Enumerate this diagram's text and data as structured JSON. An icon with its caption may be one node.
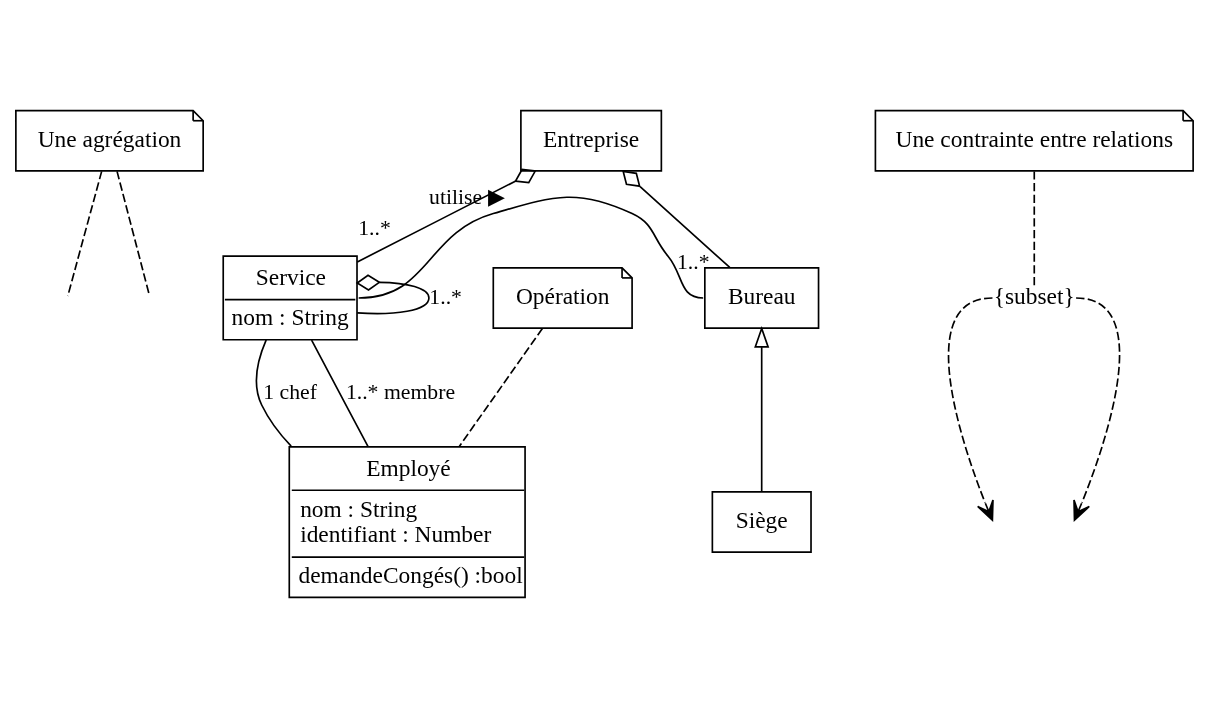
{
  "diagram": {
    "nodes": [
      {
        "text": [
          "Une agrégation"
        ]
      },
      {
        "text": [
          "Entreprise"
        ]
      },
      {
        "text": [
          "Service",
          "nom : String"
        ]
      },
      {
        "text": [
          "Bureau"
        ]
      },
      {
        "text": [
          "Une contrainte entre relations"
        ]
      },
      {
        "text": [
          "{subset}"
        ]
      },
      {
        "text": [
          "Siège"
        ]
      },
      {
        "text": [
          "Opération"
        ]
      },
      {
        "text": [
          "Employé",
          "nom : String",
          "identifiant : Number",
          "demandeCongés() :bool"
        ]
      }
    ],
    "edges": [
      {
        "from": 1,
        "to": 2,
        "arrow": "other",
        "label": "1..*"
      },
      {
        "from": 1,
        "to": 3,
        "arrow": "other",
        "label": "1..*"
      },
      {
        "from": 2,
        "to": 2,
        "arrow": "other",
        "label": "1..*"
      },
      {
        "from": 2,
        "to": 3,
        "arrow": "none",
        "label": "utilise ▶"
      },
      {
        "from": 6,
        "to": 3,
        "arrow": "to"
      },
      {
        "from": 2,
        "to": 8,
        "arrow": "none",
        "label": "1..* membre"
      },
      {
        "from": 2,
        "to": 8,
        "arrow": "none",
        "label": "1 chef"
      },
      {
        "from": 5,
        "to": null,
        "arrow": "to",
        "style": "dashed"
      },
      {
        "from": 5,
        "to": null,
        "arrow": "to",
        "style": "dashed"
      },
      {
        "from": 0,
        "to": null,
        "arrow": "none",
        "style": "dashed"
      },
      {
        "from": 0,
        "to": null,
        "arrow": "none",
        "style": "dashed"
      },
      {
        "from": 4,
        "to": 5,
        "arrow": "none",
        "style": "dashed"
      },
      {
        "from": 7,
        "to": 8,
        "arrow": "none",
        "style": "dashed"
      }
    ]
  }
}
